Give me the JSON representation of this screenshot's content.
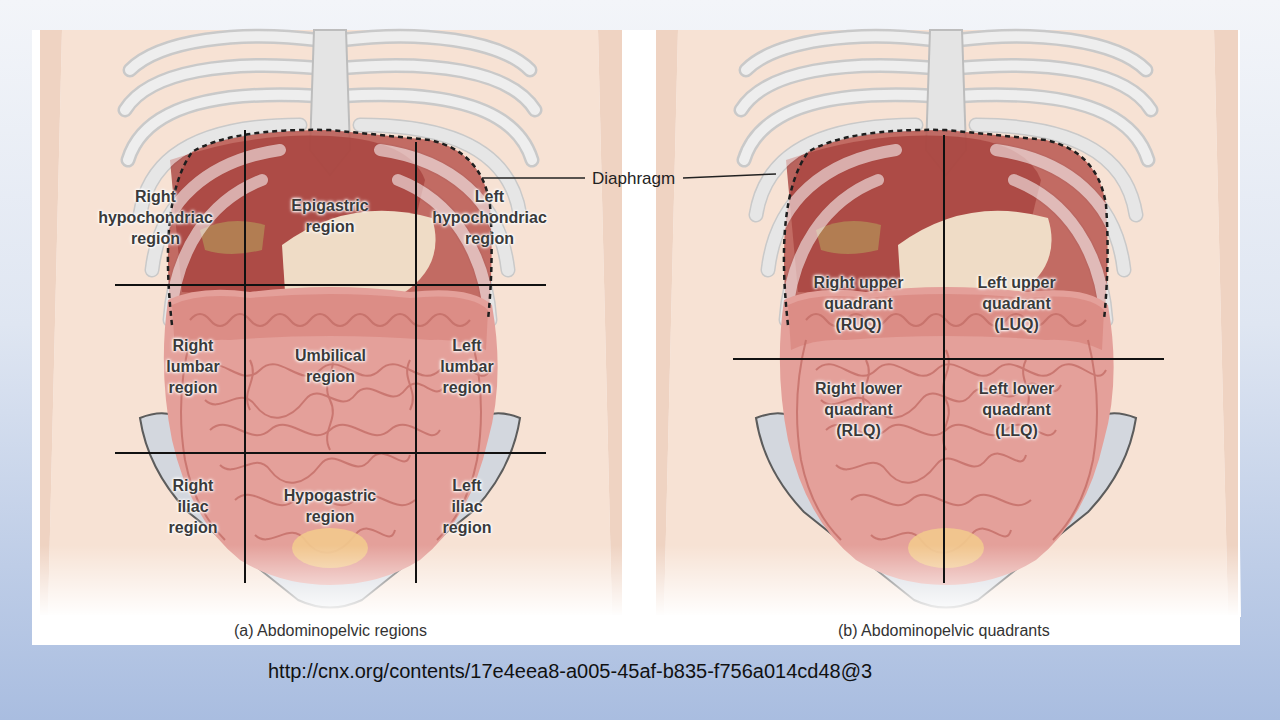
{
  "diagram": {
    "labels": [
      "Right hypochondriac region",
      "Epigastric region",
      "Left hypochondriac region",
      "Diaphragm",
      "Right lumbar region",
      "Umbilical region",
      "Left lumbar region",
      "Right iliac region",
      "Hypogastric region",
      "Left iliac region",
      "(a) Abdominopelvic regions",
      "Right upper quadrant (RUQ)",
      "Left upper quadrant (LUQ)",
      "Right lower quadrant (RLQ)",
      "Left lower quadrant (LLQ)",
      "(b) Abdominopelvic quadrants",
      "http://cnx.org/contents/17e4eea8-a005-45af-b835-f756a014cd48@3"
    ]
  }
}
